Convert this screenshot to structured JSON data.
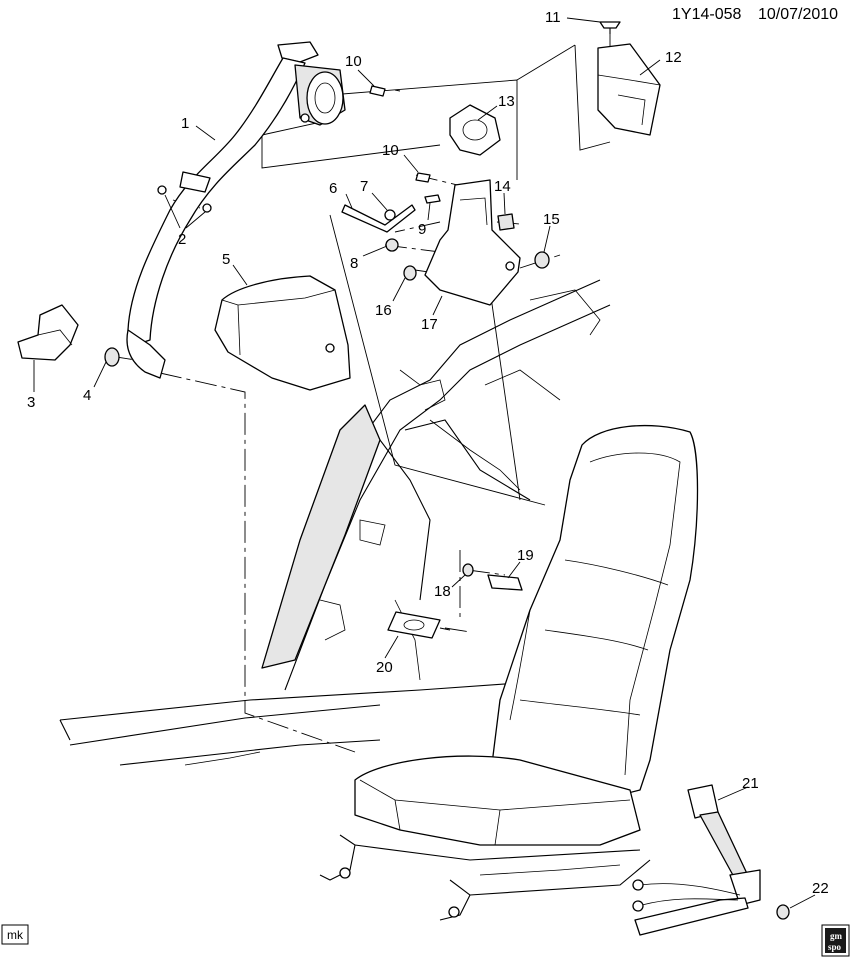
{
  "header": {
    "doc_id": "1Y14-058",
    "date": "10/07/2010"
  },
  "footer": {
    "author_badge": "mk",
    "logo_line1": "gm",
    "logo_line2": "spo"
  },
  "callouts": [
    {
      "id": "1",
      "label": "1"
    },
    {
      "id": "2",
      "label": "2"
    },
    {
      "id": "3",
      "label": "3"
    },
    {
      "id": "4",
      "label": "4"
    },
    {
      "id": "5",
      "label": "5"
    },
    {
      "id": "6",
      "label": "6"
    },
    {
      "id": "7",
      "label": "7"
    },
    {
      "id": "8",
      "label": "8"
    },
    {
      "id": "9",
      "label": "9"
    },
    {
      "id": "10a",
      "label": "10"
    },
    {
      "id": "10b",
      "label": "10"
    },
    {
      "id": "11",
      "label": "11"
    },
    {
      "id": "12",
      "label": "12"
    },
    {
      "id": "13",
      "label": "13"
    },
    {
      "id": "14",
      "label": "14"
    },
    {
      "id": "15",
      "label": "15"
    },
    {
      "id": "16",
      "label": "16"
    },
    {
      "id": "17",
      "label": "17"
    },
    {
      "id": "18",
      "label": "18"
    },
    {
      "id": "19",
      "label": "19"
    },
    {
      "id": "20",
      "label": "20"
    },
    {
      "id": "21",
      "label": "21"
    },
    {
      "id": "22",
      "label": "22"
    }
  ]
}
